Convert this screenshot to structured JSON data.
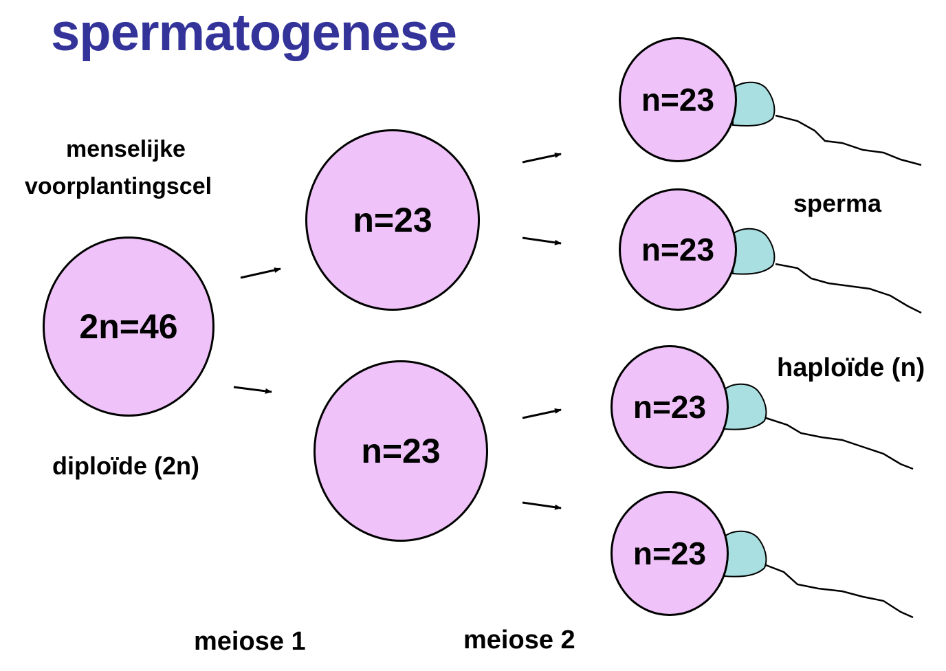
{
  "title": "spermatogenese",
  "labels": {
    "human_cell_line1": "menselijke",
    "human_cell_line2": "voorplantingscel",
    "diploid": "diploïde (2n)",
    "sperm": "sperma",
    "haploid": "haploïde (n)",
    "meiosis1": "meiose 1",
    "meiosis2": "meiose 2"
  },
  "cells": {
    "parent": "2n=46",
    "meiosis1_top": "n=23",
    "meiosis1_bottom": "n=23",
    "sperm1": "n=23",
    "sperm2": "n=23",
    "sperm3": "n=23",
    "sperm4": "n=23"
  },
  "colors": {
    "title": "#33339a",
    "cell_fill": "#efc3f9",
    "sperm_head": "#a9dfe0",
    "outline": "#000000"
  }
}
